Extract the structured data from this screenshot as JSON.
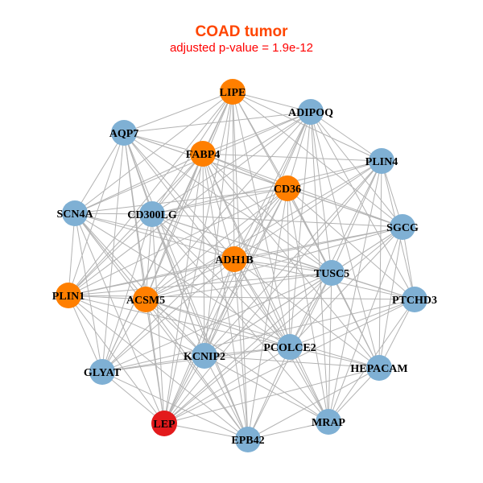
{
  "title": "COAD tumor",
  "subtitle": "adjusted p-value = 1.9e-12",
  "colors": {
    "up": "#ff7f00",
    "neutral": "#7fb0d4",
    "down": "#e31a1c",
    "edge": "#b3b3b3"
  },
  "nodes": [
    {
      "name": "LIPE",
      "group": "up"
    },
    {
      "name": "ADIPOQ",
      "group": "neutral"
    },
    {
      "name": "AQP7",
      "group": "neutral"
    },
    {
      "name": "FABP4",
      "group": "up"
    },
    {
      "name": "PLIN4",
      "group": "neutral"
    },
    {
      "name": "CD36",
      "group": "up"
    },
    {
      "name": "SCN4A",
      "group": "neutral"
    },
    {
      "name": "CD300LG",
      "group": "neutral"
    },
    {
      "name": "SGCG",
      "group": "neutral"
    },
    {
      "name": "ADH1B",
      "group": "up"
    },
    {
      "name": "TUSC5",
      "group": "neutral"
    },
    {
      "name": "PLIN1",
      "group": "up"
    },
    {
      "name": "ACSM5",
      "group": "up"
    },
    {
      "name": "PTCHD3",
      "group": "neutral"
    },
    {
      "name": "PCOLCE2",
      "group": "neutral"
    },
    {
      "name": "KCNIP2",
      "group": "neutral"
    },
    {
      "name": "HEPACAM",
      "group": "neutral"
    },
    {
      "name": "GLYAT",
      "group": "neutral"
    },
    {
      "name": "LEP",
      "group": "down"
    },
    {
      "name": "MRAP",
      "group": "neutral"
    },
    {
      "name": "EPB42",
      "group": "neutral"
    }
  ],
  "edges": [
    [
      1,
      2,
      3,
      4,
      5,
      6,
      7,
      8,
      9,
      10,
      11,
      12,
      14,
      15,
      17,
      18,
      20
    ],
    [
      2,
      3,
      4,
      5,
      6,
      7,
      8,
      9,
      10,
      11,
      12,
      13,
      14,
      15,
      16,
      18,
      19
    ],
    [
      3,
      5,
      6,
      7,
      8,
      9,
      10,
      11,
      12,
      14,
      15,
      17,
      18,
      20
    ],
    [
      4,
      5,
      6,
      7,
      8,
      9,
      10,
      11,
      12,
      14,
      15,
      16,
      17,
      18,
      19,
      20
    ],
    [
      5,
      7,
      8,
      9,
      10,
      12,
      13,
      14,
      15,
      16,
      18,
      19
    ],
    [
      6,
      7,
      8,
      9,
      10,
      11,
      12,
      13,
      14,
      15,
      16,
      17,
      18,
      19,
      20
    ],
    [
      7,
      9,
      10,
      11,
      12,
      14,
      15,
      17,
      18,
      20
    ],
    [
      8,
      9,
      10,
      11,
      12,
      13,
      14,
      15,
      17,
      18,
      19,
      20
    ],
    [
      9,
      10,
      11,
      12,
      13,
      14,
      15,
      16,
      18,
      19
    ],
    [
      10,
      11,
      12,
      13,
      14,
      15,
      16,
      17,
      18,
      19,
      20
    ],
    [
      11,
      12,
      13,
      14,
      15,
      16,
      17,
      18,
      19,
      20
    ],
    [
      12,
      13,
      14,
      15,
      17,
      18,
      20
    ],
    [
      14,
      15,
      16,
      17,
      18,
      19,
      20
    ],
    [
      14,
      16,
      17,
      18,
      19
    ],
    [
      15,
      16,
      17,
      18,
      19,
      20
    ],
    [
      16,
      17,
      18,
      19,
      20
    ],
    [
      18,
      19,
      20
    ],
    [
      18,
      20
    ],
    [
      20
    ],
    [
      20
    ],
    []
  ]
}
